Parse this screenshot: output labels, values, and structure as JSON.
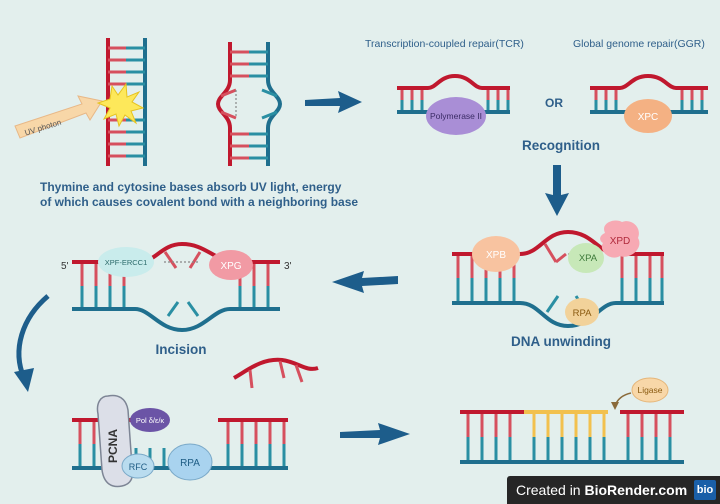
{
  "labels": {
    "uv_photon": "UV photon",
    "tcr": "Transcription-coupled repair(TCR)",
    "ggr": "Global genome repair(GGR)",
    "or": "OR",
    "polymerase": "Polymerase II",
    "xpc": "XPC",
    "recognition": "Recognition",
    "caption_line1": "Thymine and cytosine bases absorb UV light, energy",
    "caption_line2": "of which causes covalent bond with a neighboring base",
    "xpb": "XPB",
    "xpa": "XPA",
    "xpd": "XPD",
    "rpa_unwinding": "RPA",
    "dna_unwinding": "DNA unwinding",
    "five_prime": "5'",
    "three_prime": "3'",
    "xpf_ercc1": "XPF-ERCC1",
    "xpg": "XPG",
    "incision": "Incision",
    "pcna": "PCNA",
    "pol": "Pol δ/ε/κ",
    "rfc": "RFC",
    "rpa_synthesis": "RPA",
    "ligase": "Ligase",
    "created_in": "Created in",
    "biorender": "BioRender.com",
    "bio_logo": "bio"
  },
  "colors": {
    "background": "#e3efed",
    "strand_red": "#c0182e",
    "strand_blue": "#1f6f8e",
    "rung_red": "#d6505e",
    "rung_teal": "#2a8fa3",
    "arrow_blue": "#1d5d8b",
    "new_strand_yellow": "#f2c14e",
    "polymerase": "#a98ed6",
    "xpc": "#f4b183",
    "xpb": "#f8c3a0",
    "xpa": "#c7e8b8",
    "xpd": "#f7a9b3",
    "rpa": "#f2d29a",
    "xpf": "#c9ecec",
    "xpg": "#f19aa4",
    "pcna": "#dcdfe8",
    "pol": "#6b54a6",
    "rfc": "#b9dcef",
    "rpa_blue": "#a9d3ef",
    "ligase": "#f8d7a8",
    "title_text": "#2f5f8a"
  },
  "icons": [
    "uv-photon-arrow-icon",
    "uv-burst-icon",
    "process-arrow-icon",
    "ligase-arrow-icon"
  ]
}
